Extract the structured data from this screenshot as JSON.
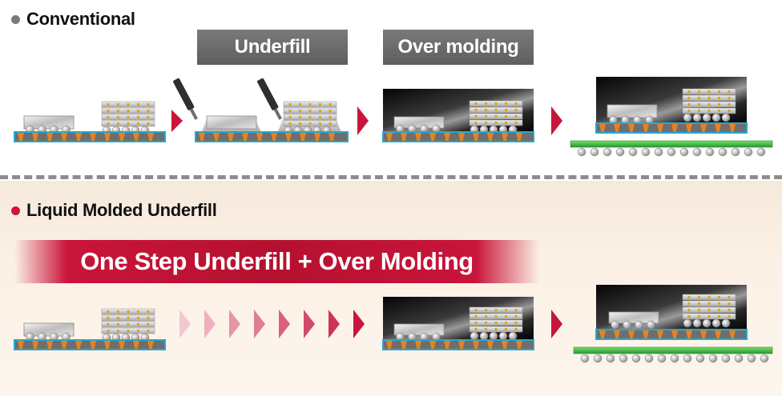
{
  "conventional": {
    "title": "Conventional",
    "steps": [
      "Underfill",
      "Over molding"
    ]
  },
  "lmu": {
    "title": "Liquid Molded Underfill",
    "banner": "One Step Underfill + Over Molding"
  },
  "colors": {
    "accent_red": "#c9153a",
    "label_gray": "#6b6b6b",
    "mold_black": "#111111",
    "bump_orange": "#e8821e",
    "substrate_blue": "#2aa7c9",
    "board_green": "#3dbb3d"
  }
}
